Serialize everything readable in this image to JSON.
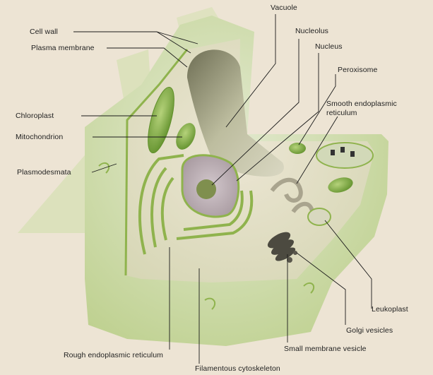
{
  "labels": {
    "cell_wall": "Cell wall",
    "plasma_membrane": "Plasma  membrane",
    "chloroplast": "Chloroplast",
    "mitochondrion": "Mitochondrion",
    "plasmodesmata": "Plasmodesmata",
    "vacuole": "Vacuole",
    "nucleolus": "Nucleolus",
    "nucleus": "Nucleus",
    "peroxisome": "Peroxisome",
    "smooth_er_line1": "Smooth  endoplasmic",
    "smooth_er_line2": "reticulum",
    "leukoplast": "Leukoplast",
    "golgi_vesicles": "Golgi  vesicles",
    "small_membrane_vesicle": "Small membrane vesicle",
    "rough_er": "Rough endoplasmic  reticulum",
    "filamentous_cytoskeleton": "Filamentous  cytoskeleton"
  },
  "colors": {
    "background": "#ede4d4",
    "cell_wall": "#c9d7a0",
    "cytoplasm": "#e1dcc6",
    "membrane_green": "#8fb34d",
    "nucleus": "#c3b8bc",
    "nucleolus": "#8a9a58",
    "vacuole": "#bfbfa4",
    "leader_line": "#1a1a1a"
  }
}
